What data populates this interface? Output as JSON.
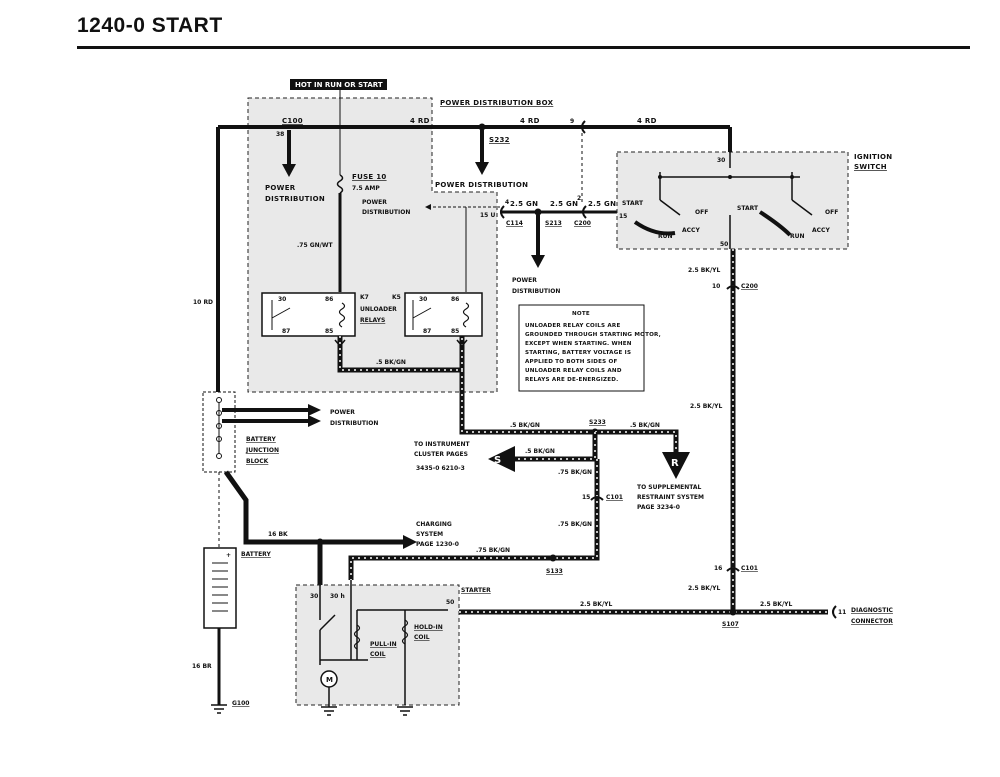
{
  "title": "1240-0   START",
  "labels": {
    "hot_in_run": "HOT IN RUN OR START",
    "power_box": "POWER DISTRIBUTION BOX",
    "c100": "C100",
    "c100_pin": "38",
    "wire_4rd_1": "4 RD",
    "wire_4rd_2": "4 RD",
    "wire_4rd_3": "4 RD",
    "pin9": "9",
    "s232": "S232",
    "power_dist_1a": "POWER",
    "power_dist_1b": "DISTRIBUTION",
    "power_dist_2": "POWER DISTRIBUTION",
    "fuse10": "FUSE 10",
    "fuse_amp": "7.5 AMP",
    "power_dist_3a": "POWER",
    "power_dist_3b": "DISTRIBUTION",
    "wire_075gnwt": ".75 GN/WT",
    "wire_25gn_1": "2.5 GN",
    "wire_25gn_2": "2.5 GN",
    "wire_25gn_3": "2.5 GN",
    "pin4": "4",
    "pin2": "2",
    "pin15u": "15 U",
    "c114": "C114",
    "s213": "S213",
    "c200": "C200",
    "power_dist_4a": "POWER",
    "power_dist_4b": "DISTRIBUTION",
    "ign_switch_a": "IGNITION",
    "ign_switch_b": "SWITCH",
    "ign_30": "30",
    "ign_start_1": "START",
    "ign_15": "15",
    "ign_off_1": "OFF",
    "ign_accy_1": "ACCY",
    "ign_run_1": "RUN",
    "ign_start_2": "START",
    "ign_off_2": "OFF",
    "ign_accy_2": "ACCY",
    "ign_run_2": "RUN",
    "ign_50": "50",
    "wire_25bkyl_1": "2.5 BK/YL",
    "pin10": "10",
    "c200b": "C200",
    "wire_10rd": "10 RD",
    "k7": "K7",
    "unloader_a": "UNLOADER",
    "unloader_b": "RELAYS",
    "k5": "K5",
    "relay_30a": "30",
    "relay_86a": "86",
    "relay_87a": "87",
    "relay_85a": "85",
    "relay_30b": "30",
    "relay_86b": "86",
    "relay_87b": "87",
    "relay_85b": "85",
    "wire_05bkgn_1": ".5 BK/GN",
    "note_title": "NOTE",
    "note_lines": [
      "UNLOADER RELAY COILS ARE",
      "GROUNDED THROUGH STARTING MOTOR,",
      "EXCEPT WHEN STARTING. WHEN",
      "STARTING, BATTERY VOLTAGE IS",
      "APPLIED TO BOTH SIDES OF",
      "UNLOADER RELAY COILS AND",
      "RELAYS ARE DE-ENERGIZED."
    ],
    "wire_25bkyl_2": "2.5 BK/YL",
    "power_dist_5a": "POWER",
    "power_dist_5b": "DISTRIBUTION",
    "batt_junc_a": "BATTERY",
    "batt_junc_b": "JUNCTION",
    "batt_junc_c": "BLOCK",
    "wire_05bkgn_2": ".5 BK/GN",
    "s233": "S233",
    "wire_05bkgn_3": ".5 BK/GN",
    "to_instr_a": "TO INSTRUMENT",
    "to_instr_b": "CLUSTER PAGES",
    "to_instr_c": "3435-0 6210-3",
    "wire_05bkgn_4": ".5 BK/GN",
    "s_marker": "S",
    "wire_075bkgn_1": ".75 BK/GN",
    "r_marker": "R",
    "to_supp_a": "TO SUPPLEMENTAL",
    "to_supp_b": "RESTRAINT SYSTEM",
    "to_supp_c": "PAGE 3234-0",
    "pin15": "15",
    "c101": "C101",
    "wire_16bk": "16 BK",
    "charging_a": "CHARGING",
    "charging_b": "SYSTEM",
    "charging_c": "PAGE 1230-0",
    "wire_075bkgn_2": ".75 BK/GN",
    "wire_075bkgn_3": ".75 BK/GN",
    "s133": "S133",
    "battery": "BATTERY",
    "pin16": "16",
    "c101b": "C101",
    "starter": "STARTER",
    "st_30": "30",
    "st_30h": "30 h",
    "st_50": "50",
    "wire_25bkyl_3": "2.5 BK/YL",
    "wire_25bkyl_4": "2.5 BK/YL",
    "wire_25bkyl_5": "2.5 BK/YL",
    "pin11": "11",
    "diag_a": "DIAGNOSTIC",
    "diag_b": "CONNECTOR",
    "s107": "S107",
    "hold_a": "HOLD-IN",
    "hold_b": "COIL",
    "pull_a": "PULL-IN",
    "pull_b": "COIL",
    "motor": "M",
    "wire_16br": "16 BR",
    "g100": "G100"
  }
}
